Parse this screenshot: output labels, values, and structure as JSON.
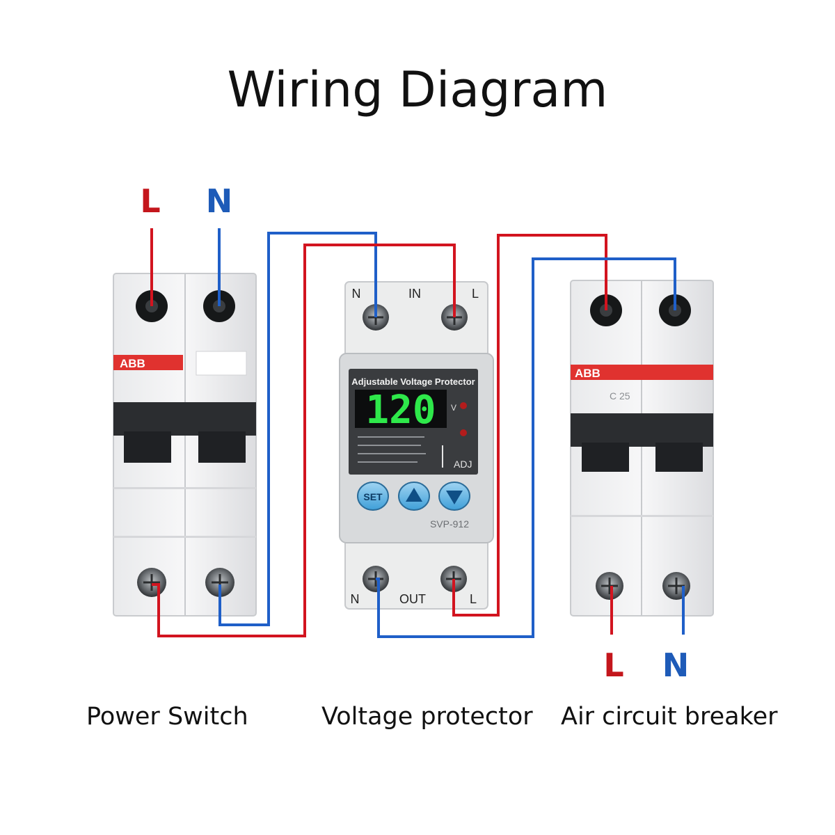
{
  "title": "Wiring Diagram",
  "input_labels": {
    "live": "L",
    "neutral": "N"
  },
  "output_labels": {
    "live": "L",
    "neutral": "N"
  },
  "captions": {
    "left": "Power Switch",
    "center": "Voltage protector",
    "right": "Air circuit breaker"
  },
  "power_switch": {
    "brand": "ABB"
  },
  "air_circuit_breaker": {
    "brand": "ABB",
    "model": "C 25"
  },
  "voltage_protector": {
    "panel_title": "Adjustable Voltage Protector",
    "display_value": "120",
    "display_unit": "V",
    "adj_label": "ADJ",
    "model": "SVP-912",
    "buttons": {
      "set": "SET"
    },
    "terminals_top": {
      "left": "N",
      "middle": "IN",
      "right": "L"
    },
    "terminals_bottom": {
      "left": "N",
      "middle": "OUT",
      "right": "L"
    }
  },
  "colors": {
    "live_wire": "#d2141f",
    "neutral_wire": "#1f5fc8",
    "label_live": "#c4161c",
    "label_neutral": "#1e5bb8",
    "display_digits": "#2ee84a"
  },
  "icons": [
    "screw-terminal-icon",
    "up-arrow-icon",
    "down-arrow-icon"
  ]
}
